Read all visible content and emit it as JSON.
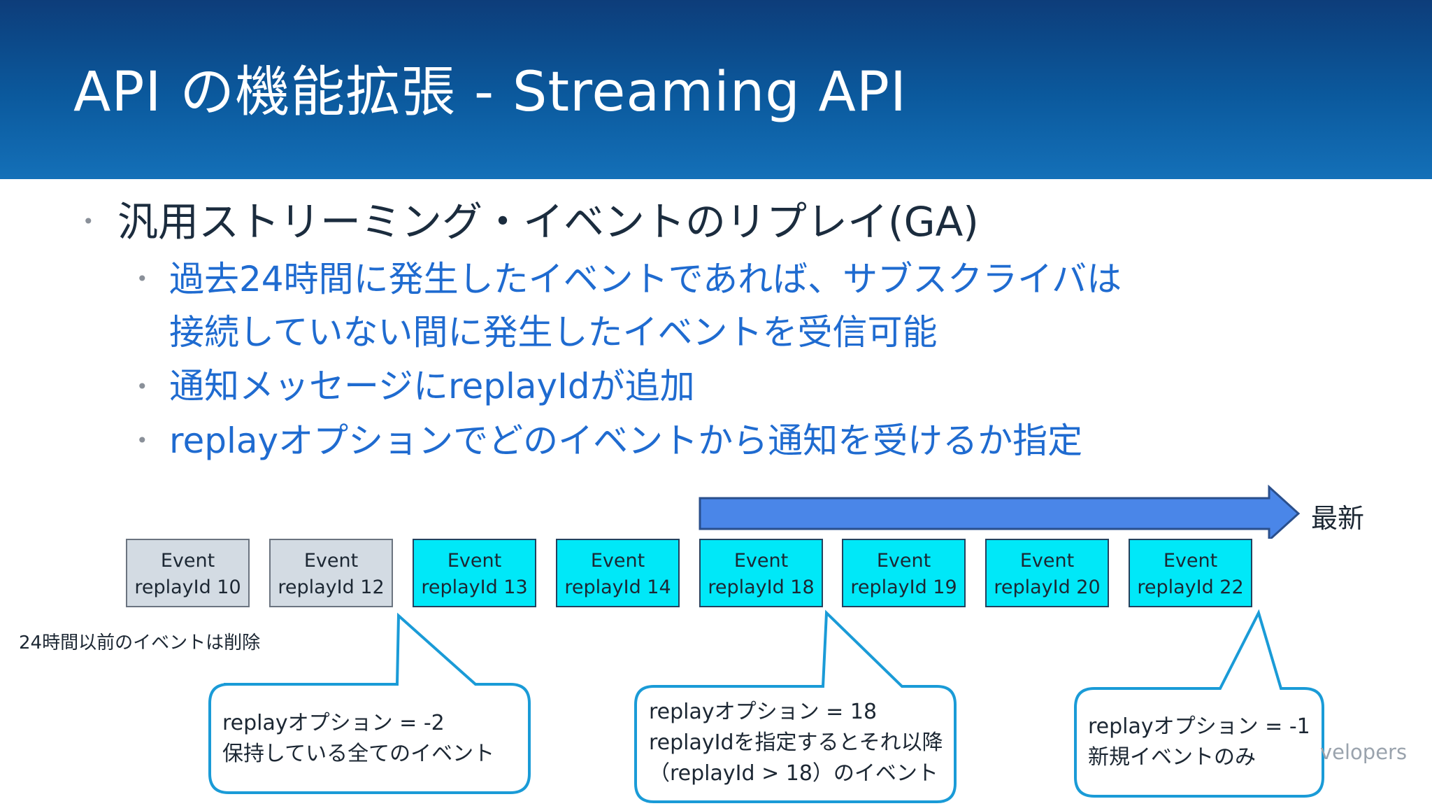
{
  "slide": {
    "title": "API の機能拡張 - Streaming API",
    "bullet_main": "汎用ストリーミング・イベントのリプレイ(GA)",
    "sub_bullets": [
      "過去24時間に発生したイベントであれば、サブスクライバは",
      "接続していない間に発生したイベントを受信可能",
      "通知メッセージにreplayIdが追加",
      "replayオプションでどのイベントから通知を受けるか指定"
    ]
  },
  "timeline": {
    "latest_label": "最新",
    "events": [
      {
        "line1": "Event",
        "line2": "replayId 10",
        "status": "deleted"
      },
      {
        "line1": "Event",
        "line2": "replayId 12",
        "status": "deleted"
      },
      {
        "line1": "Event",
        "line2": "replayId 13",
        "status": "retained"
      },
      {
        "line1": "Event",
        "line2": "replayId 14",
        "status": "retained"
      },
      {
        "line1": "Event",
        "line2": "replayId 18",
        "status": "retained"
      },
      {
        "line1": "Event",
        "line2": "replayId 19",
        "status": "retained"
      },
      {
        "line1": "Event",
        "line2": "replayId 20",
        "status": "retained"
      },
      {
        "line1": "Event",
        "line2": "replayId 22",
        "status": "retained"
      }
    ],
    "deleted_note": "24時間以前のイベントは削除"
  },
  "callouts": [
    {
      "lines": [
        "replayオプション = -2",
        "保持している全てのイベント"
      ]
    },
    {
      "lines": [
        "replayオプション = 18",
        "replayIdを指定するとそれ以降",
        "（replayId > 18）のイベント"
      ]
    },
    {
      "lines": [
        "replayオプション = -1",
        "新規イベントのみ"
      ]
    }
  ],
  "watermark": "velopers",
  "colors": {
    "header": "#0b5a9e",
    "arrow": "#4a86e8",
    "event_retained": "#00e8f8",
    "event_deleted": "#d3dbe3",
    "callout_border": "#1a9bd7",
    "sub_bullet_text": "#1f6bd0"
  }
}
